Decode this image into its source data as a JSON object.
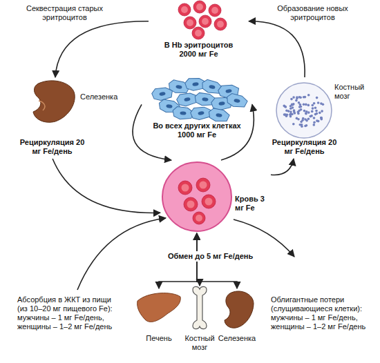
{
  "diagram": {
    "nodes": [
      {
        "text": [
          "В Hb эритроцитов",
          "2000 мг Fe"
        ]
      },
      {
        "text": [
          "Селезенка",
          "Рециркуляция 20 мг Fe/день"
        ]
      },
      {
        "text": [
          "Во всех других клетках",
          "1000 мг Fe"
        ]
      },
      {
        "text": [
          "Костный мозг",
          "Рециркуляция 20 мг Fe/день"
        ]
      },
      {
        "text": [
          "Кровь 3 мг Fe"
        ]
      },
      {
        "text": [
          "Печень"
        ]
      },
      {
        "text": [
          "Костный мозг"
        ]
      },
      {
        "text": [
          "Селезенка"
        ]
      }
    ],
    "edges": [
      {
        "from": 0,
        "to": 1,
        "arrow": "to",
        "label": "Секвестрация старых эритроцитов"
      },
      {
        "from": 1,
        "to": 4,
        "arrow": "to"
      },
      {
        "from": 2,
        "to": 4,
        "arrow": "to"
      },
      {
        "from": 4,
        "to": 2,
        "arrow": "to"
      },
      {
        "from": 4,
        "to": 3,
        "arrow": "to"
      },
      {
        "from": 3,
        "to": 0,
        "arrow": "to",
        "label": "Образование новых эритроцитов"
      },
      {
        "from": 4,
        "to": 5,
        "arrow": "both"
      },
      {
        "from": 4,
        "to": 6,
        "arrow": "both",
        "label": "Обмен до 5 мг Fe/день"
      },
      {
        "from": 4,
        "to": 7,
        "arrow": "both"
      }
    ],
    "labels": [
      "Абсорбция в ЖКТ из пищи (из 10–20 мг пищевого Fe): мужчины – 1 мг Fe/день, женщины – 1–2 мг Fe/день",
      "Облигантные потери (слущивающиеся клетки): мужчины – 1 мг Fe/день, женщины – 1–2 мг Fe/день"
    ]
  }
}
